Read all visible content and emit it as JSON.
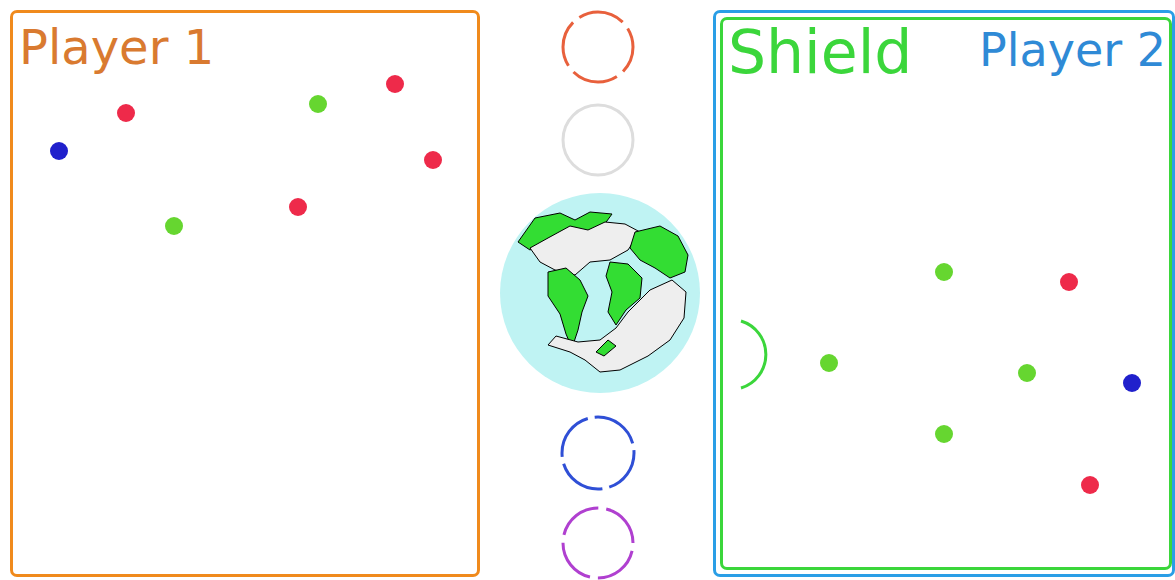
{
  "diagram": {
    "nodes": [
      {
        "text": [
          "Player 1"
        ]
      },
      {
        "text": [
          "Player 2"
        ]
      },
      {
        "text": [
          "Shield"
        ],
        "in": 1
      }
    ]
  }
}
